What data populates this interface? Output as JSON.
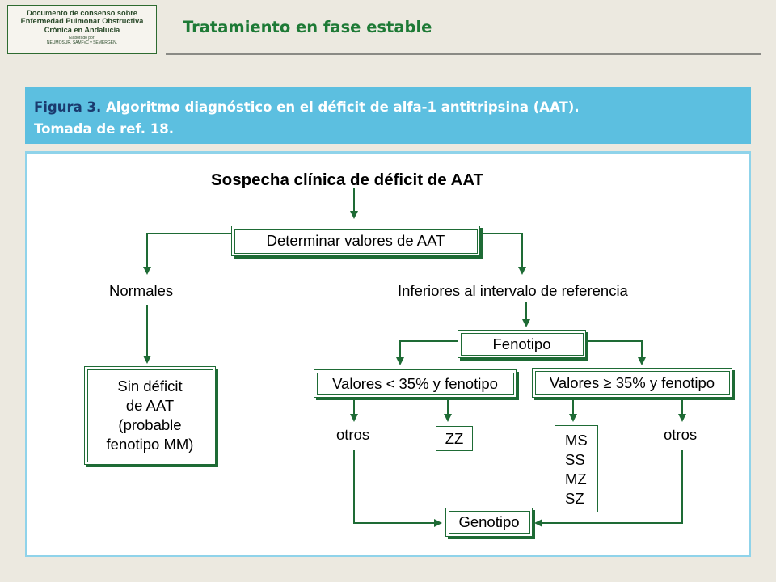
{
  "logo": {
    "line1": "Documento de consenso sobre",
    "line2": "Enfermedad Pulmonar Obstructiva",
    "line3": "Crónica en Andalucía",
    "small1": "Elaborado por:",
    "small2": "NEUMOSUR, SAMFyC y SEMERGEN."
  },
  "header": {
    "title": "Tratamiento en fase estable"
  },
  "caption": {
    "label": "Figura 3.",
    "text1": " Algoritmo diagnóstico en el déficit de alfa-1 antitripsina (AAT).",
    "text2": "Tomada de ref. 18."
  },
  "diagram": {
    "title": "Sospecha clínica de déficit de AAT",
    "determinar": "Determinar valores de AAT",
    "normales": "Normales",
    "inferiores": "Inferiores al intervalo de referencia",
    "sin_deficit": [
      "Sin déficit",
      "de AAT",
      "(probable",
      "fenotipo MM)"
    ],
    "fenotipo": "Fenotipo",
    "valores_lt": "Valores < 35% y fenotipo",
    "valores_ge": "Valores ≥ 35% y fenotipo",
    "otros_left": "otros",
    "zz": "ZZ",
    "genotypes": [
      "MS",
      "SS",
      "MZ",
      "SZ"
    ],
    "otros_right": "otros",
    "genotipo": "Genotipo"
  },
  "colors": {
    "arrow": "#1e6b35",
    "caption_bg": "#5cbfe0",
    "header_title": "#1e7a36"
  }
}
